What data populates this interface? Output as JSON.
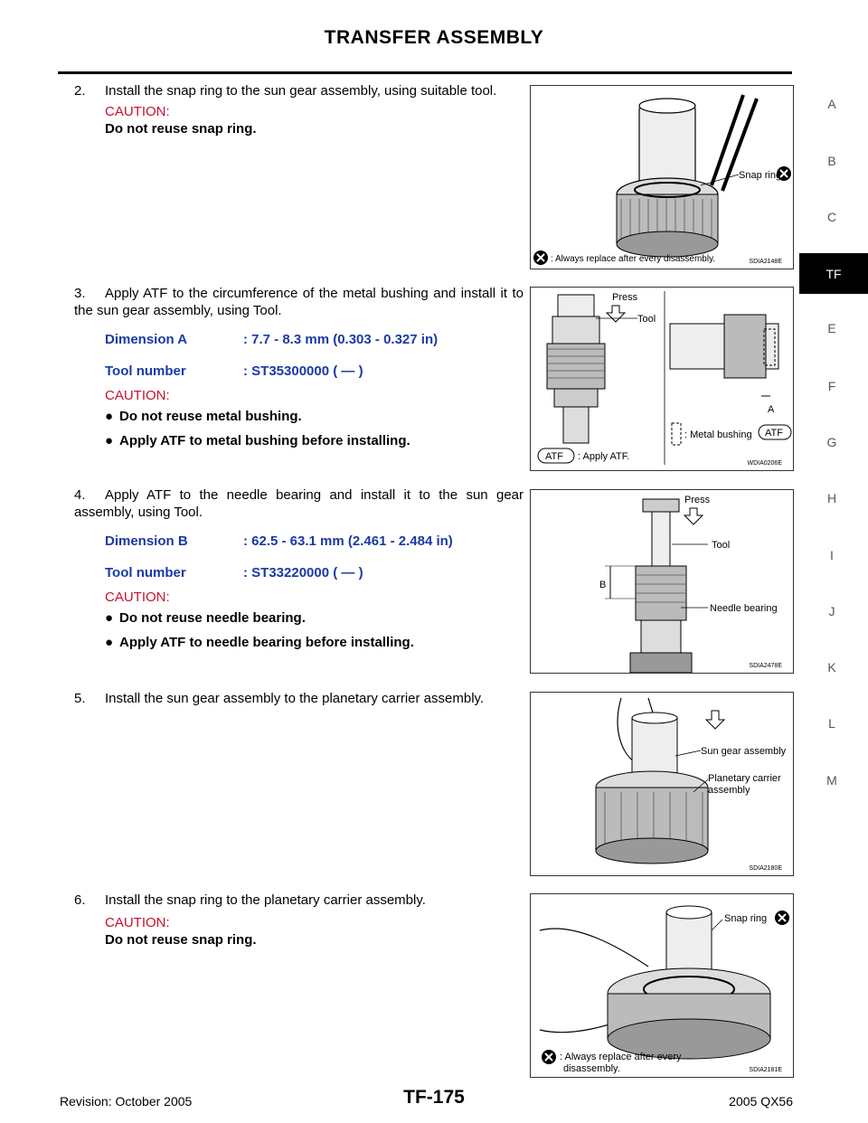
{
  "header": {
    "title": "TRANSFER ASSEMBLY"
  },
  "side_index": {
    "letters": [
      "A",
      "B",
      "C",
      "E",
      "F",
      "G",
      "H",
      "I",
      "J",
      "K",
      "L",
      "M"
    ],
    "active": "TF"
  },
  "steps": [
    {
      "number": "2.",
      "text": "Install the snap ring to the sun gear assembly, using suitable tool.",
      "caution_label": "CAUTION:",
      "caution_text": "Do not reuse snap ring."
    },
    {
      "number": "3.",
      "text": "Apply ATF to the circumference of the metal bushing and install it to the sun gear assembly, using Tool.",
      "specs": [
        {
          "label": "Dimension A",
          "value": ": 7.7 - 8.3 mm (0.303 - 0.327 in)"
        },
        {
          "label": "Tool number",
          "value": ": ST35300000 (   —   )"
        }
      ],
      "caution_label": "CAUTION:",
      "bullets": [
        "Do not reuse metal bushing.",
        "Apply ATF to metal bushing before installing."
      ]
    },
    {
      "number": "4.",
      "text": "Apply ATF to the needle bearing and install it to the sun gear assembly, using Tool.",
      "specs": [
        {
          "label": "Dimension B",
          "value": ": 62.5 - 63.1 mm (2.461 - 2.484 in)"
        },
        {
          "label": "Tool number",
          "value": ": ST33220000 (   —   )"
        }
      ],
      "caution_label": "CAUTION:",
      "bullets": [
        "Do not reuse needle bearing.",
        "Apply ATF to needle bearing before installing."
      ]
    },
    {
      "number": "5.",
      "text": "Install the sun gear assembly to the planetary carrier assembly."
    },
    {
      "number": "6.",
      "text": "Install the snap ring to the planetary carrier assembly.",
      "caution_label": "CAUTION:",
      "caution_text": "Do not reuse snap ring."
    }
  ],
  "figures": [
    {
      "code": "SDIA2148E",
      "labels": {
        "snap_ring": "Snap ring",
        "legend": ": Always replace after every disassembly."
      }
    },
    {
      "code": "WDIA0206E",
      "labels": {
        "press": "Press",
        "tool": "Tool",
        "a": "A",
        "metal_bushing": ": Metal bushing",
        "atf": "ATF",
        "apply_atf": ": Apply ATF."
      }
    },
    {
      "code": "SDIA2478E",
      "labels": {
        "press": "Press",
        "tool": "Tool",
        "b": "B",
        "needle_bearing": "Needle bearing"
      }
    },
    {
      "code": "SDIA2180E",
      "labels": {
        "sun_gear": "Sun gear assembly",
        "planetary_1": "Planetary carrier",
        "planetary_2": "assembly"
      }
    },
    {
      "code": "SDIA2181E",
      "labels": {
        "snap_ring": "Snap ring",
        "legend_1": ":  Always replace after every",
        "legend_2": "disassembly."
      }
    }
  ],
  "footer": {
    "revision": "Revision: October 2005",
    "page": "TF-175",
    "model": "2005 QX56"
  },
  "colors": {
    "caution": "#c8102e",
    "spec": "#1a3aa3",
    "tab": "#000000"
  }
}
